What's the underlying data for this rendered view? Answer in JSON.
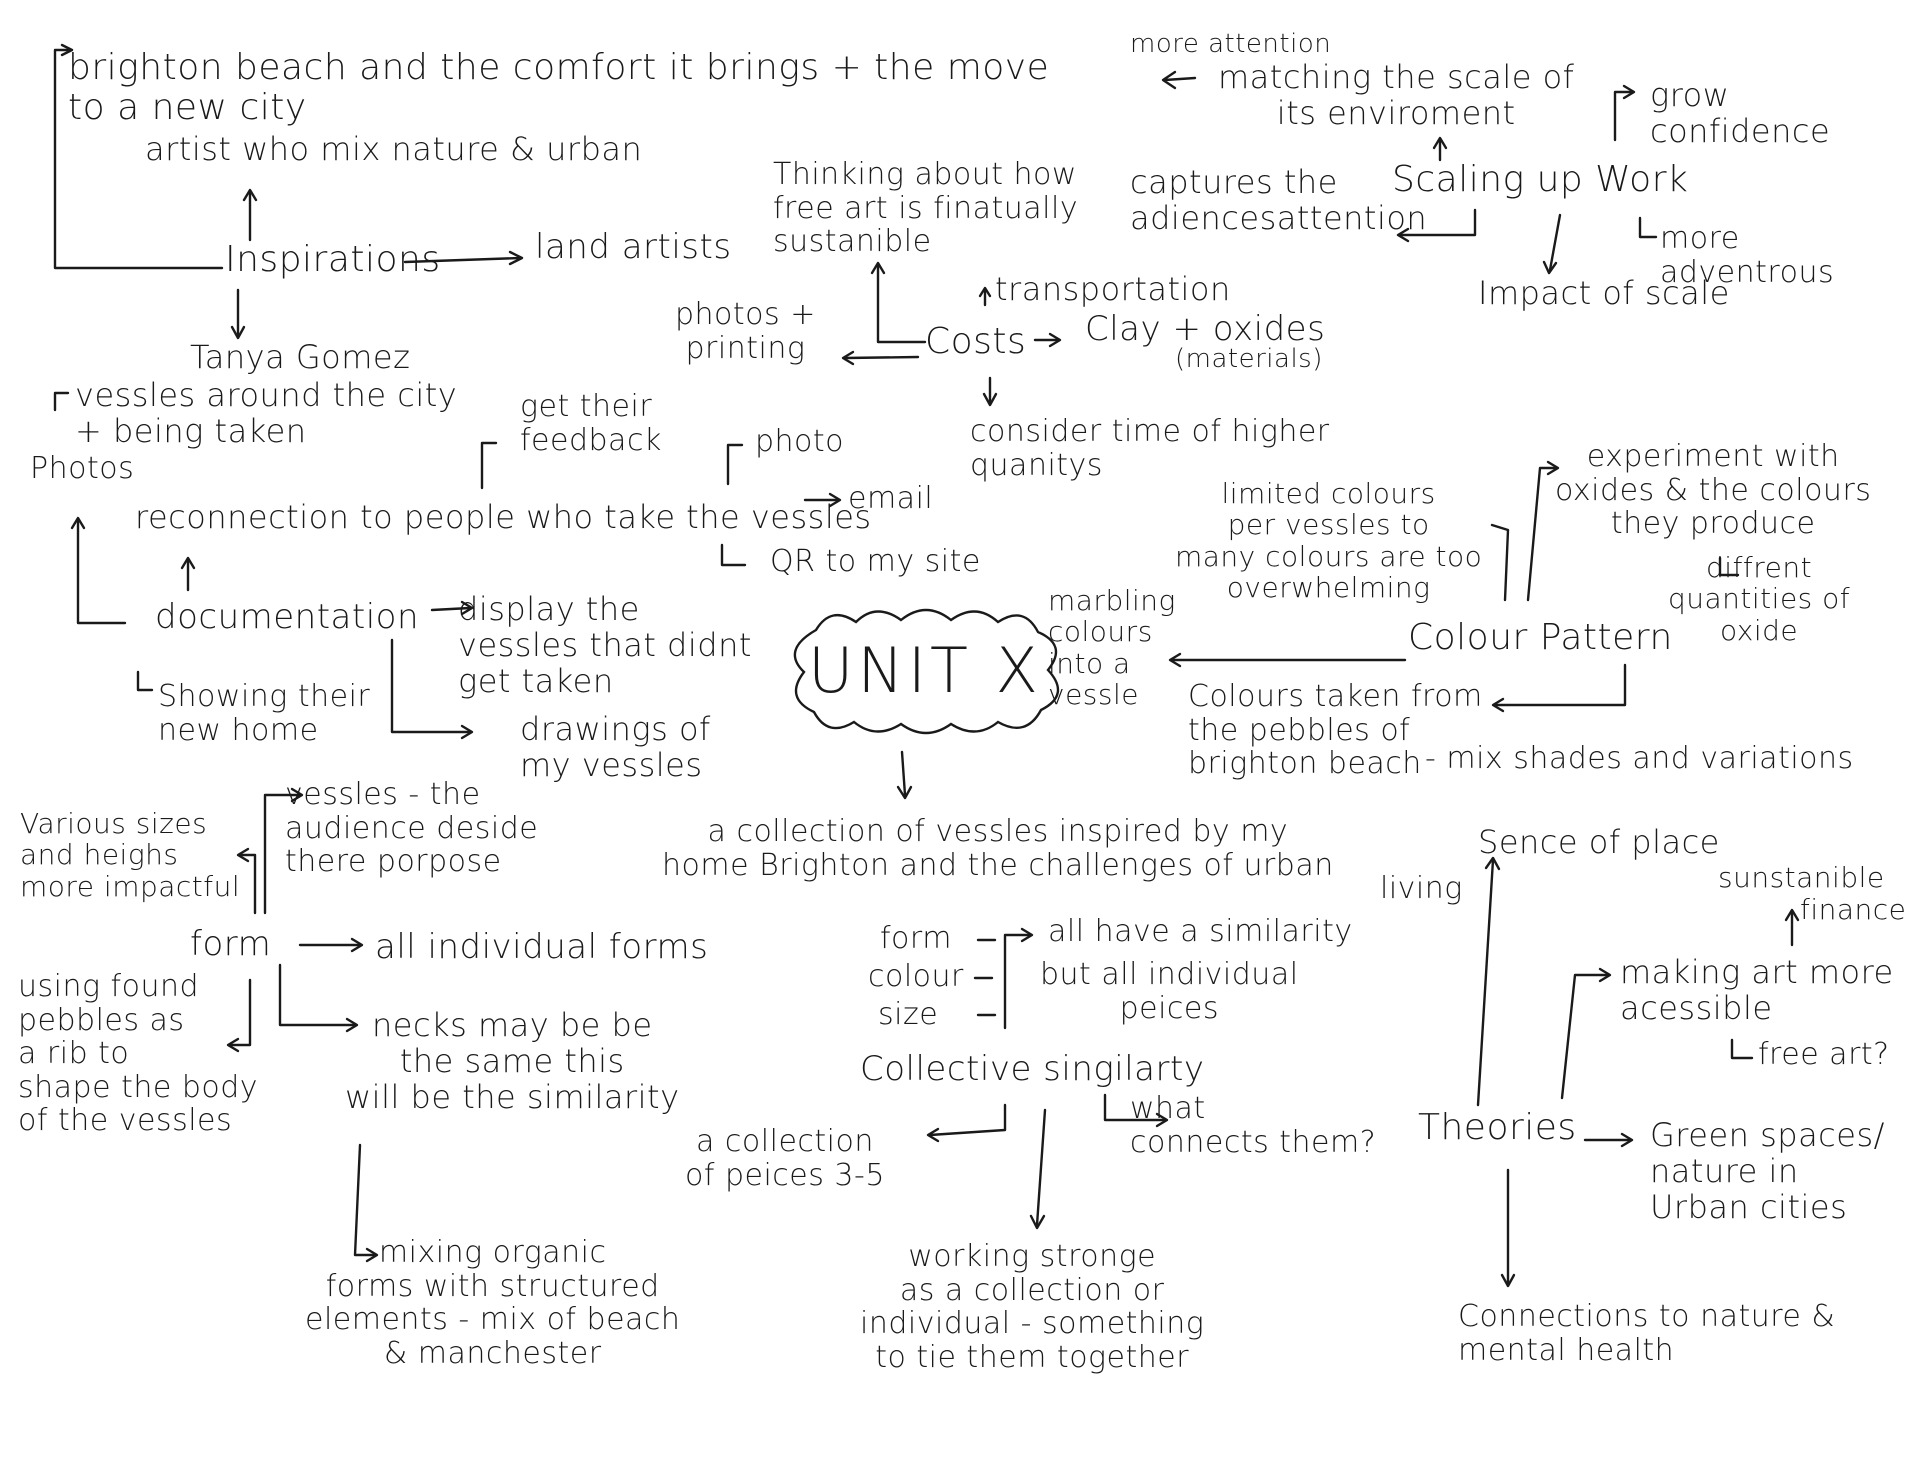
{
  "center": {
    "title": "UNIT X"
  },
  "inspirations": {
    "label": "Inspirations",
    "brighton": "brighton beach and the comfort it brings + the move\nto a new city",
    "artists_mix": "artist who mix nature & urban",
    "land_artists": "land artists",
    "tanya": "Tanya Gomez",
    "vessels_city": "vessles around the city\n+ being taken"
  },
  "costs": {
    "label": "Costs",
    "free_art": "Thinking about how\nfree art is finatually\nsustanible",
    "transportation": "transportation",
    "photos_printing": "photos +\nprinting",
    "clay": "Clay + oxides",
    "materials": "(materials)",
    "time": "consider time of higher\nquanitys"
  },
  "scaling": {
    "label": "Scaling up Work",
    "more_attention": "more attention",
    "matching": "matching the scale of\nits enviroment",
    "grow": "grow confidence",
    "captures": "captures the\nadiencesattention",
    "adventurous": "more adventrous",
    "impact": "Impact of scale"
  },
  "documentation": {
    "label": "documentation",
    "photos": "Photos",
    "reconnection": "reconnection to people who take the vessles",
    "feedback": "get their\nfeedback",
    "photo": "photo",
    "email": "email",
    "qr": "QR to my site",
    "showing": "Showing their\nnew home",
    "display": "display the\nvessles that didnt\nget taken",
    "drawings": "drawings of\nmy vessles"
  },
  "colour": {
    "label": "Colour Pattern",
    "limited": "limited colours\nper vessles to\nmany colours are too\noverwhelming",
    "experiment": "experiment with\noxides & the colours\nthey produce",
    "quantities": "diffrent\nquantities of\noxide",
    "marbling": "marbling\ncolours\ninto a\nvessle",
    "pebbles": "Colours taken from\nthe pebbles of\nbrighton beach",
    "mix_shades": "- mix shades and variations"
  },
  "collection": {
    "summary": "a collection of vessles inspired by my\nhome Brighton and the challenges of urban",
    "living": "living"
  },
  "form": {
    "label": "form",
    "audience": "vessles - the\naudience deside\nthere porpose",
    "sizes": "Various sizes\nand heighs\nmore impactful",
    "individual": "all individual forms",
    "pebbles_rib": "using found\npebbles as\na rib to\nshape the body\nof the vessles",
    "necks": "necks may be be\nthe same this\nwill be the similarity",
    "mixing": "mixing organic\nforms with structured\nelements - mix of beach\n& manchester"
  },
  "similarity": {
    "label": "Collective singilarty",
    "form": "form",
    "colour": "colour",
    "size": "size",
    "all_have": "all have a similarity",
    "but_all": "but all individual\npeices",
    "collection_of": "a collection\nof peices 3-5",
    "what": "what\nconnects them?",
    "working": "working stronge\nas a collection or\nindividual - something\nto tie them together"
  },
  "theories": {
    "label": "Theories",
    "sense": "Sence of place",
    "sustainable": "sunstanible",
    "finance": "finance",
    "making": "making art more\nacessible",
    "free_art": "free art?",
    "green": "Green spaces/\nnature in\nUrban cities",
    "connections": "Connections to nature &\nmental health"
  }
}
